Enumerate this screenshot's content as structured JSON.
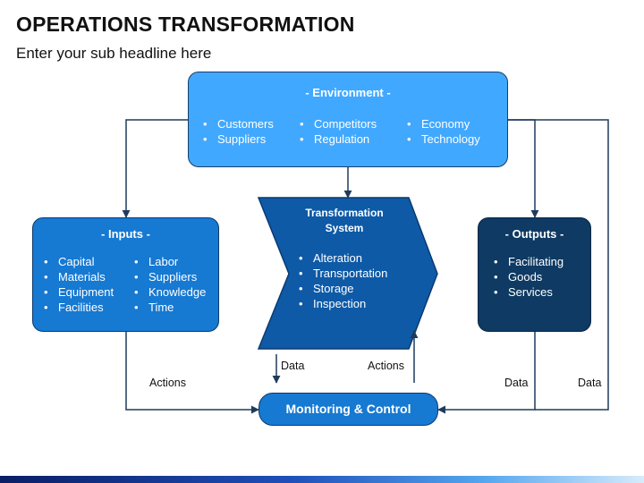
{
  "title": "OPERATIONS TRANSFORMATION",
  "subtitle": "Enter your sub headline here",
  "environment": {
    "title": "- Environment -",
    "col1": [
      "Customers",
      "Suppliers"
    ],
    "col2": [
      "Competitors",
      "Regulation"
    ],
    "col3": [
      "Economy",
      "Technology"
    ]
  },
  "inputs": {
    "title": "- Inputs -",
    "col1": [
      "Capital",
      "Materials",
      "Equipment",
      "Facilities"
    ],
    "col2": [
      "Labor",
      "Suppliers",
      "Knowledge",
      "Time"
    ]
  },
  "transformation": {
    "title_line1": "Transformation",
    "title_line2": "System",
    "items": [
      "Alteration",
      "Transportation",
      "Storage",
      "Inspection"
    ]
  },
  "outputs": {
    "title": "- Outputs -",
    "items": [
      "Facilitating",
      "Goods",
      "Services"
    ]
  },
  "monitoring": {
    "label": "Monitoring & Control"
  },
  "labels": {
    "actions_left": "Actions",
    "data_center": "Data",
    "actions_center": "Actions",
    "data_right1": "Data",
    "data_right2": "Data"
  },
  "colors": {
    "environment": "#41A8FF",
    "inputs": "#1679D2",
    "transformation": "#0E5AA7",
    "outputs": "#0E3A63",
    "monitoring": "#1679D2",
    "connector": "#1f3b5c"
  }
}
